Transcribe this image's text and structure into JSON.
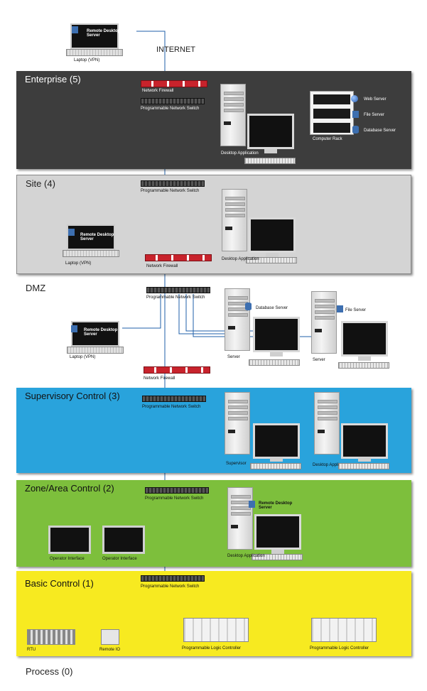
{
  "labels": {
    "internet": "INTERNET",
    "dmz": "DMZ",
    "process": "Process (0)",
    "remote_desktop_server": "Remote Desktop Server",
    "laptop_vpn": "Laptop (VPN)",
    "network_firewall": "Network Firewall",
    "programmable_network_switch": "Programmable Network Switch",
    "desktop_application": "Desktop Application",
    "computer_rack": "Computer Rack",
    "web_server": "Web Server",
    "file_server": "File Server",
    "database_server": "Database Server",
    "server": "Server",
    "supervisor": "Supervisor",
    "desktop_appli": "Desktop Appli",
    "operator_interface": "Operator Interface",
    "rtu": "RTU",
    "remote_io": "Remote IO",
    "plc": "Programmable Logic Controller"
  },
  "zones": {
    "enterprise": {
      "title": "Enterprise (5)",
      "color": "#3d3d3d",
      "text_color": "#ffffff"
    },
    "site": {
      "title": "Site (4)",
      "color": "#d4d4d4",
      "text_color": "#222222"
    },
    "supervisory": {
      "title": "Supervisory Control (3)",
      "color": "#29a3dc",
      "text_color": "#111111"
    },
    "zone_area": {
      "title": "Zone/Area Control (2)",
      "color": "#7dbf3c",
      "text_color": "#111111"
    },
    "basic": {
      "title": "Basic Control (1)",
      "color": "#f7ea20",
      "text_color": "#111111"
    }
  },
  "colors": {
    "wire": "#1f5fa8",
    "firewall": "#c8232c"
  }
}
